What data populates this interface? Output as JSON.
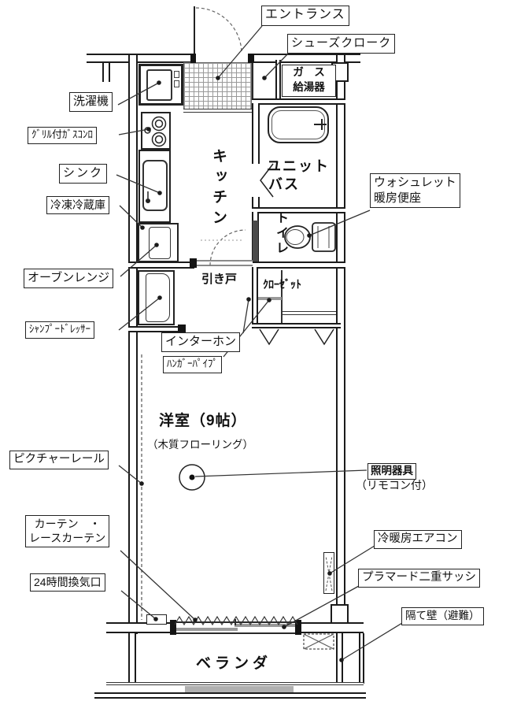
{
  "palette": {
    "line": "#1b1b1b",
    "door_gray": "#8a8a8a",
    "pane_gray": "#999999",
    "rail_gray": "#b0b0b0"
  },
  "rooms": {
    "kitchen": "キッチン",
    "unit_bath_line1": "ユニット",
    "unit_bath_line2": "バス",
    "toilet": "トイレ",
    "main_room": "洋室（9帖）",
    "flooring_note": "（木質フローリング）",
    "veranda": "ベランダ",
    "gas_heater_line1": "ガ　ス",
    "gas_heater_line2": "給湯器",
    "sliding_door": "引き戸",
    "closet": "ｸﾛｰｾﾞｯﾄ",
    "light_note": "（リモコン付）"
  },
  "callouts": {
    "entrance": "エントランス",
    "shoes_cloak": "シューズクローク",
    "washing_machine": "洗濯機",
    "gas_stove": "ｸﾞﾘﾙ付ｶﾞｽｺﾝﾛ",
    "sink": "シンク",
    "fridge": "冷凍冷蔵庫",
    "oven_range": "オーブンレンジ",
    "shampoo_dresser": "ｼｬﾝﾌﾟｰﾄﾞﾚｯｻｰ",
    "intercom": "インターホン",
    "hanger_pipe": "ﾊﾝｶﾞｰﾊﾟｲﾌﾟ",
    "washlet_line1": "ウォシュレット",
    "washlet_line2": "暖房便座",
    "picture_rail": "ピクチャーレール",
    "light_fixture": "照明器具",
    "curtain_line1": "カーテン　・",
    "curtain_line2": "レースカーテン",
    "vent_24h": "24時間換気口",
    "aircon": "冷暖房エアコン",
    "double_sash": "プラマード二重サッシ",
    "partition_wall": "隔て壁（避難）"
  }
}
